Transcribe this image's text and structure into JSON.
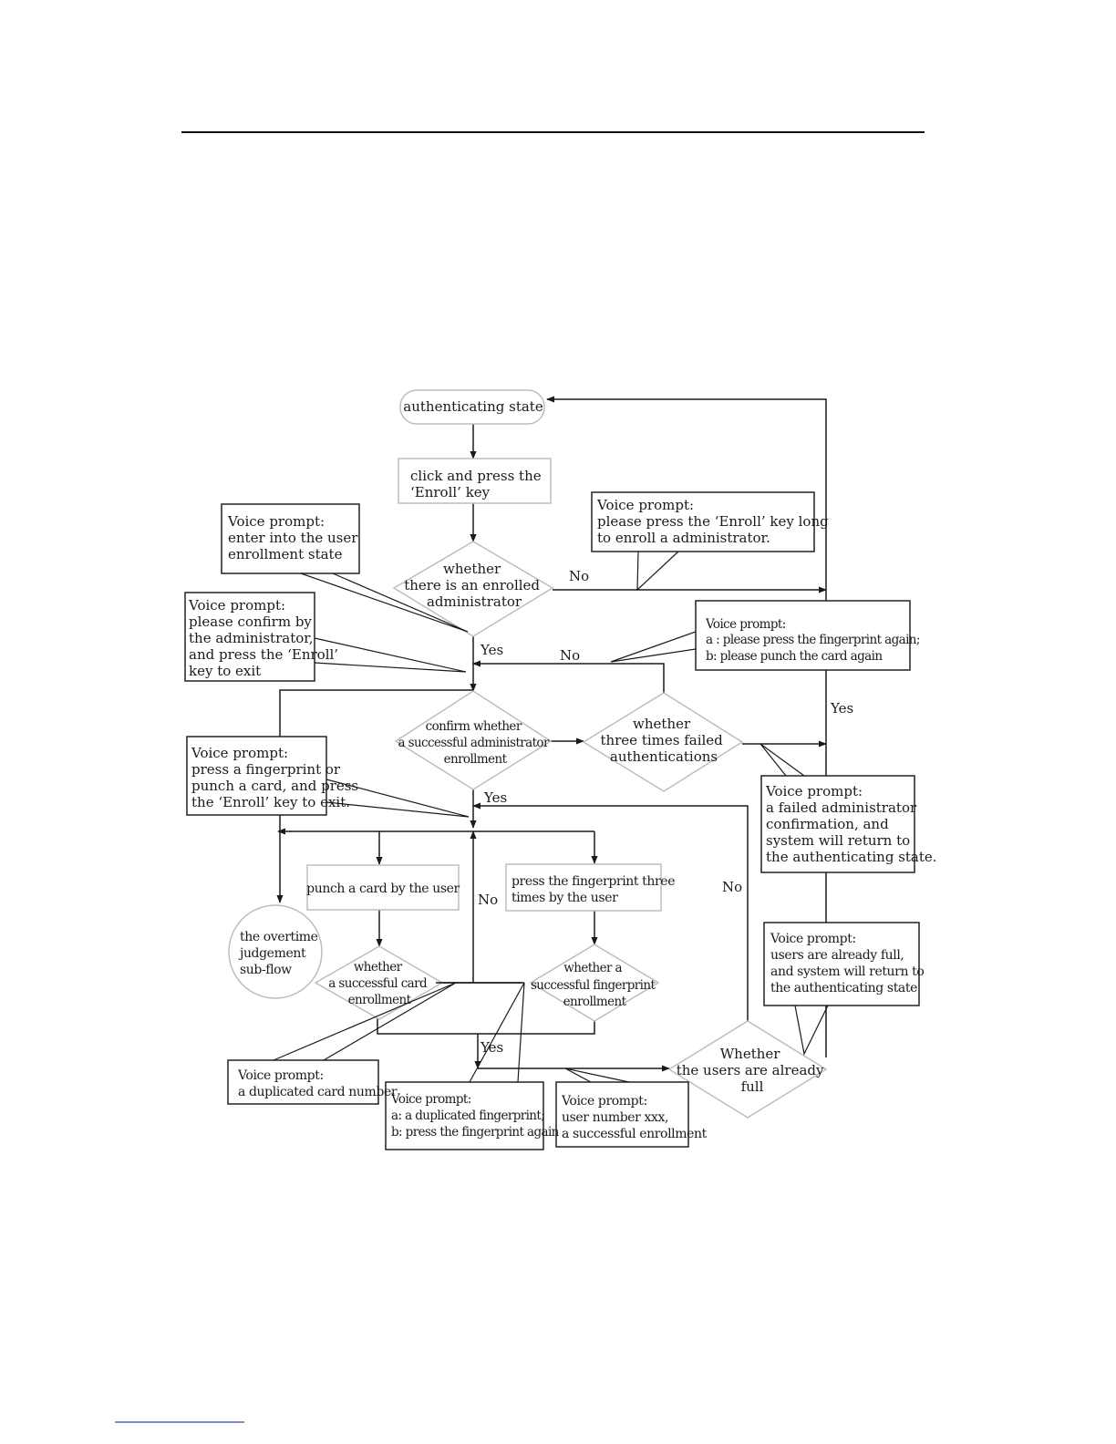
{
  "diagram": {
    "start_state": "authenticating state",
    "step_enroll_key": [
      "click and press the",
      "‘Enroll’ key"
    ],
    "decision_admin_enrolled": [
      "whether",
      "there is an enrolled",
      "administrator"
    ],
    "decision_confirm_admin": [
      "confirm whether",
      "a successful  administrator",
      "enrollment"
    ],
    "decision_three_fails": [
      "whether",
      "three times failed",
      "authentications"
    ],
    "step_punch_card": "punch a card by the user",
    "step_press_fingerprint": [
      "press the fingerprint three",
      "times by the user"
    ],
    "decision_card_enroll": [
      "whether",
      "a successful card",
      "enrollment"
    ],
    "decision_fp_enroll": [
      "whether a",
      "successful fingerprint",
      "enrollment"
    ],
    "decision_users_full": [
      "Whether",
      "the users are already",
      "full"
    ],
    "overtime_subflow": [
      "the overtime",
      "judgement",
      "sub-flow"
    ],
    "prompts": {
      "enter_enrollment": [
        "Voice prompt:",
        "enter into the user",
        "enrollment state"
      ],
      "press_enroll_long": [
        "Voice prompt:",
        "please press the ‘Enroll’ key long",
        "to enroll a administrator."
      ],
      "confirm_by_admin": [
        "Voice prompt:",
        "please confirm by",
        "the administrator,",
        "and press the ‘Enroll’",
        "key to exit"
      ],
      "press_again": [
        "Voice prompt:",
        "a : please press the fingerprint again;",
        "b: please punch the card again"
      ],
      "press_or_punch": [
        "Voice prompt:",
        "press a fingerprint or",
        "punch a card, and press",
        "the ‘Enroll’ key to exit."
      ],
      "failed_admin": [
        "Voice prompt:",
        "a failed administrator",
        "confirmation,  and",
        "system  will return to",
        "the authenticating state."
      ],
      "users_full": [
        "Voice prompt:",
        "users are already full,",
        "and system will return to",
        "the authenticating state"
      ],
      "duplicated_card": [
        "Voice prompt:",
        "a duplicated card number"
      ],
      "duplicated_fp": [
        "Voice prompt:",
        "a: a duplicated fingerprint;",
        "b: press the fingerprint again"
      ],
      "success": [
        "Voice prompt:",
        "user number xxx,",
        "a successful enrollment"
      ]
    },
    "labels": {
      "no_admin": "No",
      "yes_admin": "Yes",
      "no_retry": "No",
      "yes_three_fails": "Yes",
      "yes_confirm": "Yes",
      "no_enroll": "No",
      "yes_enroll": "Yes",
      "no_full": "No"
    }
  }
}
